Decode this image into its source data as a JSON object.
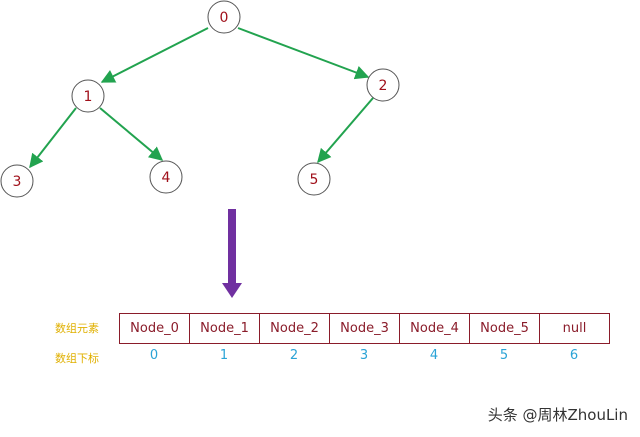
{
  "tree": {
    "nodes": [
      "0",
      "1",
      "2",
      "3",
      "4",
      "5"
    ]
  },
  "array": {
    "elements_label": "数组元素",
    "indices_label": "数组下标",
    "cells": [
      "Node_0",
      "Node_1",
      "Node_2",
      "Node_3",
      "Node_4",
      "Node_5",
      "null"
    ],
    "indices": [
      "0",
      "1",
      "2",
      "3",
      "4",
      "5",
      "6"
    ]
  },
  "watermark": "头条 @周林ZhouLin",
  "colors": {
    "edge": "#22a34f",
    "node_text": "#a0101a",
    "arrow": "#7030a0",
    "cell_border": "#8a1c2a",
    "row_label": "#e0b000",
    "index_text": "#2aa3d6"
  }
}
